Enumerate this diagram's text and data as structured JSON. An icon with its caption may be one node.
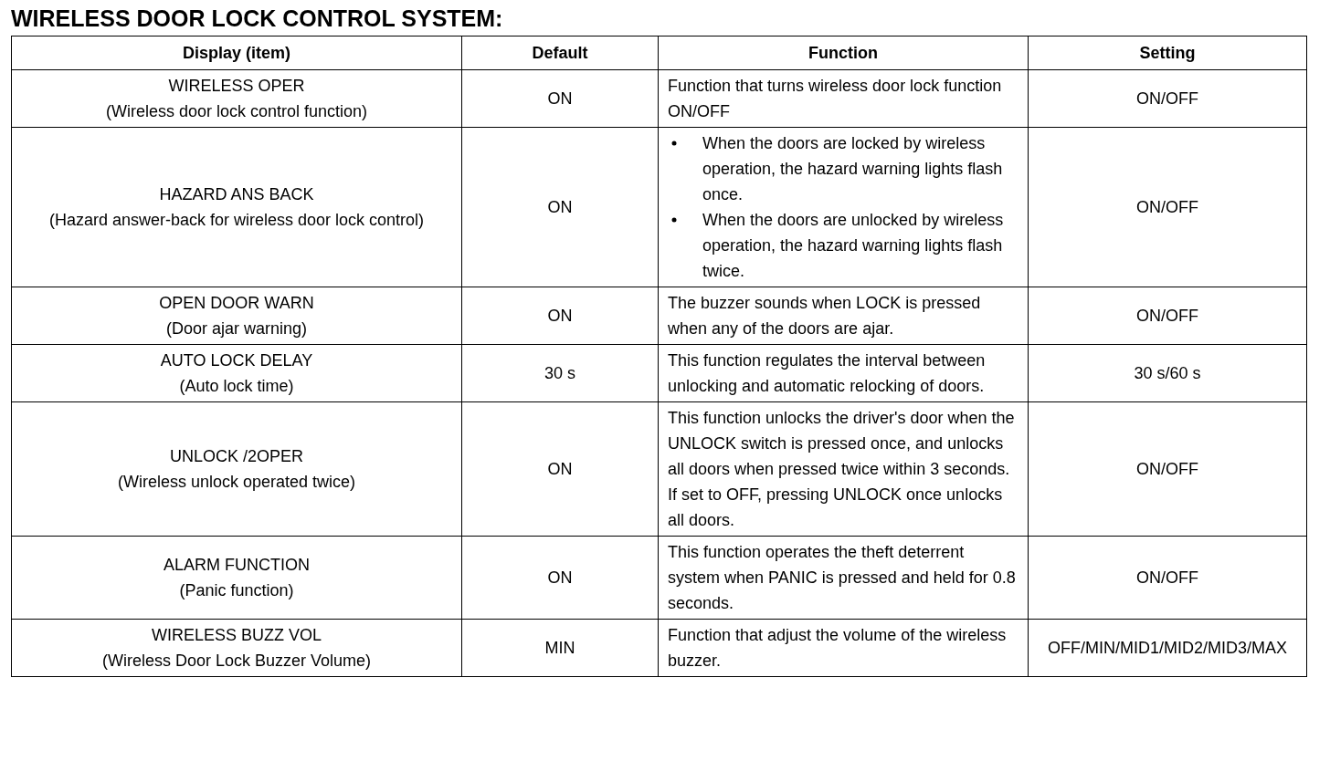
{
  "diagram": {
    "title": "WIRELESS DOOR LOCK CONTROL SYSTEM:",
    "labels": [
      "Display (item)",
      "Default",
      "Function",
      "Setting",
      "WIRELESS OPER",
      "(Wireless door lock control function)",
      "ON",
      "Function that turns wireless door lock function ON/OFF",
      "ON/OFF",
      "HAZARD ANS BACK",
      "(Hazard answer-back for wireless door lock control)",
      "ON",
      "When the doors are locked by wireless operation, the hazard warning lights flash once.",
      "When the doors are unlocked by wireless operation, the hazard warning lights flash twice.",
      "ON/OFF",
      "OPEN DOOR WARN",
      "(Door ajar warning)",
      "ON",
      "The buzzer sounds when LOCK is pressed when any of the doors are ajar.",
      "ON/OFF",
      "AUTO LOCK DELAY",
      "(Auto lock time)",
      "30 s",
      "This function regulates the interval between unlocking and automatic relocking of doors.",
      "30 s/60 s",
      "UNLOCK /2OPER",
      "(Wireless unlock operated twice)",
      "ON",
      "This function unlocks the driver's door when the UNLOCK switch is pressed once, and unlocks all doors when pressed twice within 3 seconds.",
      "If set to OFF, pressing UNLOCK once unlocks all doors.",
      "ON/OFF",
      "ALARM FUNCTION",
      "(Panic function)",
      "ON",
      "This function operates the theft deterrent system when PANIC is pressed and held for 0.8 seconds.",
      "ON/OFF",
      "WIRELESS BUZZ VOL",
      "(Wireless Door Lock Buzzer Volume)",
      "MIN",
      "Function that adjust the volume of the wireless buzzer.",
      "OFF/MIN/MID1/MID2/MID3/MAX"
    ]
  }
}
